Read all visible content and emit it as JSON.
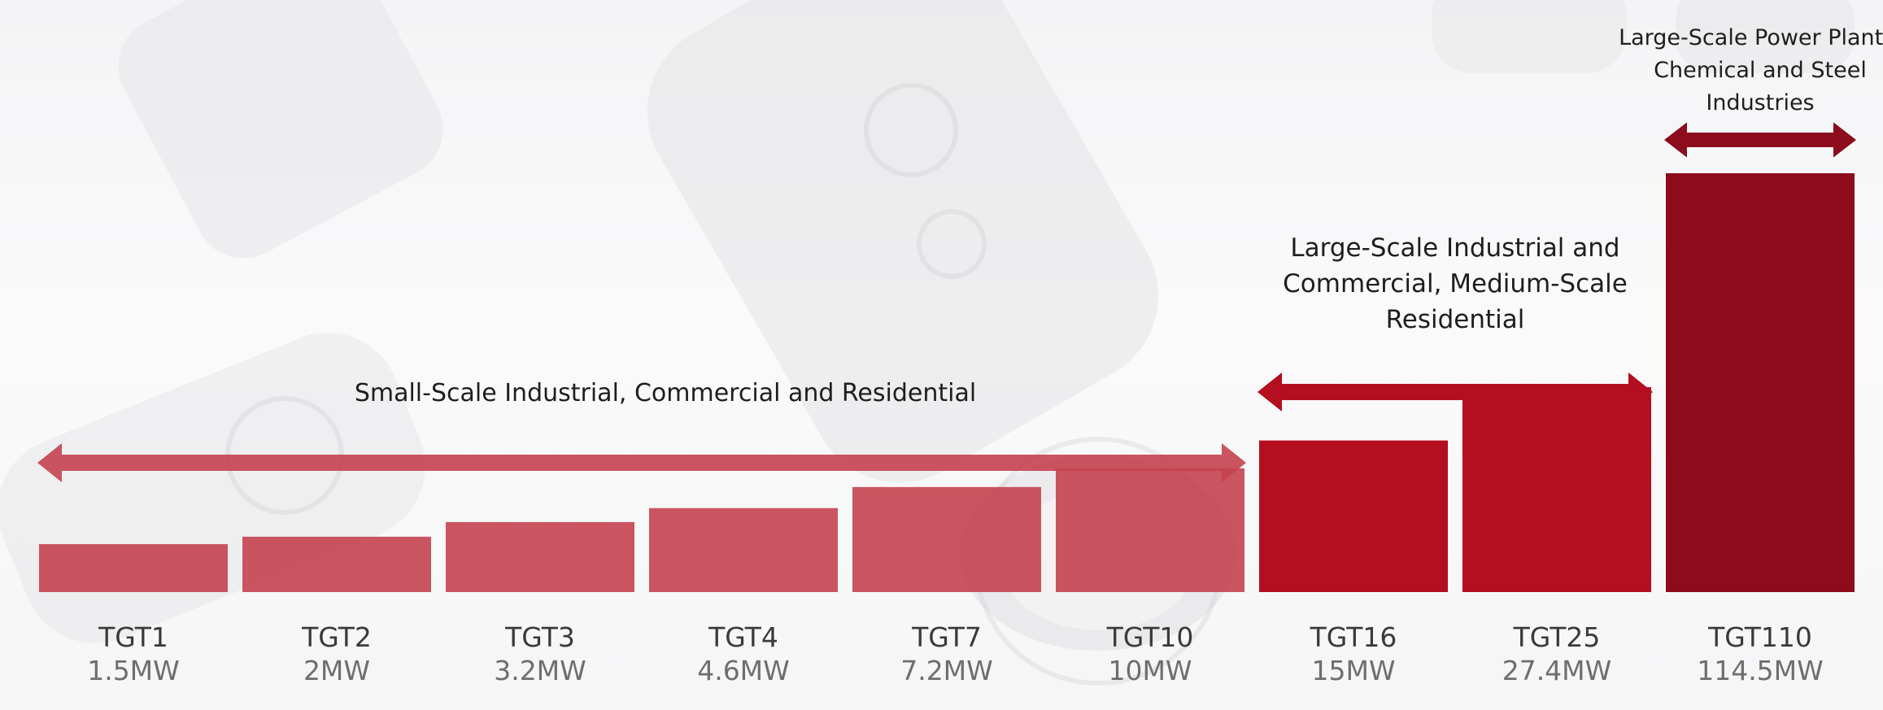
{
  "chart_data": {
    "type": "bar",
    "title": "",
    "xlabel": "",
    "ylabel": "",
    "categories": [
      "TGT1",
      "TGT2",
      "TGT3",
      "TGT4",
      "TGT7",
      "TGT10",
      "TGT16",
      "TGT25",
      "TGT110"
    ],
    "values": [
      1.5,
      2,
      3.2,
      4.6,
      7.2,
      10,
      15,
      27.4,
      114.5
    ],
    "value_labels": [
      "1.5MW",
      "2MW",
      "3.2MW",
      "4.6MW",
      "7.2MW",
      "10MW",
      "15MW",
      "27.4MW",
      "114.5MW"
    ],
    "scale": "sqrt",
    "grid": false,
    "legend": "none",
    "colors": {
      "small": "#c4434f",
      "medium": "#b30f20",
      "large": "#8c0c1c"
    },
    "bar_groups": [
      "small",
      "small",
      "small",
      "small",
      "small",
      "small",
      "medium",
      "medium",
      "large"
    ],
    "annotations": [
      {
        "id": "small-scale",
        "text": [
          "Small-Scale Industrial, Commercial and Residential"
        ],
        "from": "TGT1",
        "to": "TGT10",
        "color": "#c4434f"
      },
      {
        "id": "large-scale-industrial",
        "text": [
          "Large-Scale Industrial and",
          "Commercial, Medium-Scale",
          "Residential"
        ],
        "from": "TGT16",
        "to": "TGT25",
        "color": "#b30f20"
      },
      {
        "id": "power-plants",
        "text": [
          "Large-Scale Power Plants,",
          "Chemical and Steel",
          "Industries"
        ],
        "from": "TGT110",
        "to": "TGT110",
        "color": "#8c0c1c"
      }
    ]
  }
}
